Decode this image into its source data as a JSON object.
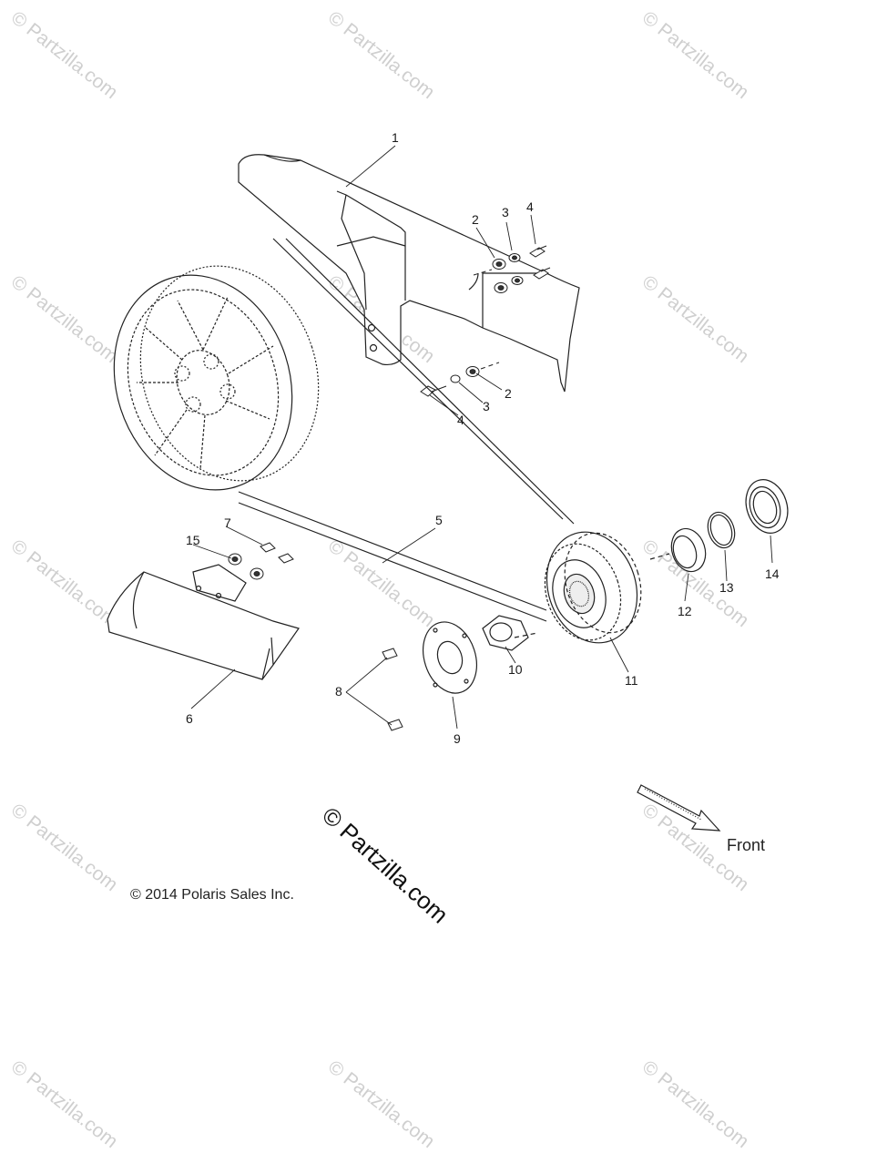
{
  "watermark_text": "© Partzilla.com",
  "center_watermark_text": "© Partzilla.com",
  "copyright": "© 2014 Polaris Sales Inc.",
  "direction_label": "Front",
  "callouts": [
    "1",
    "2",
    "3",
    "4",
    "2",
    "3",
    "4",
    "5",
    "6",
    "7",
    "8",
    "9",
    "10",
    "11",
    "12",
    "13",
    "14",
    "15"
  ],
  "colors": {
    "line": "#222222",
    "watermark": "#cfcfcf"
  }
}
